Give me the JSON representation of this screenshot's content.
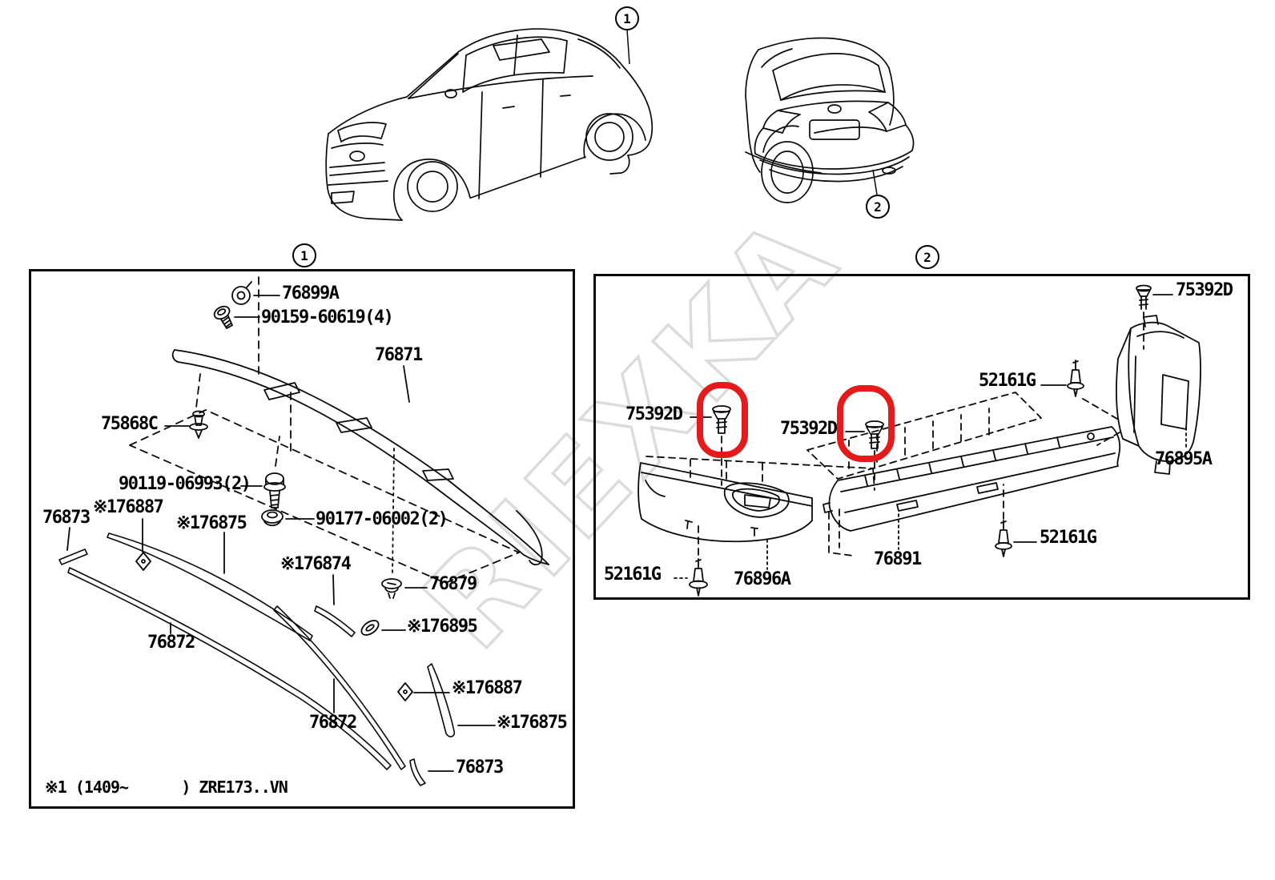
{
  "watermark": "RIEXKA",
  "callouts": {
    "car_front": "1",
    "car_rear": "2",
    "panel_spoiler": "1",
    "panel_bumper": "2"
  },
  "panels": {
    "spoiler": {
      "parts": {
        "p76899A": "76899A",
        "p90159": "90159-60619(4)",
        "p76871": "76871",
        "p75868C": "75868C",
        "p90119": "90119-06993(2)",
        "p90177": "90177-06002(2)",
        "p76873_a": "76873",
        "p176887_a": "※176887",
        "p176875_a": "※176875",
        "p176874": "※176874",
        "p76879": "76879",
        "p176895": "※176895",
        "p76872_a": "76872",
        "p76872_b": "76872",
        "p176887_b": "※176887",
        "p176875_b": "※176875",
        "p76873_b": "76873"
      },
      "footnote": "※1 (1409~      ) ZRE173..VN"
    },
    "bumper": {
      "parts": {
        "p75392D_top": "75392D",
        "p52161G_top": "52161G",
        "p75392D_left": "75392D",
        "p75392D_mid": "75392D",
        "p76895A": "76895A",
        "p76891": "76891",
        "p76896A": "76896A",
        "p52161G_left": "52161G",
        "p52161G_right": "52161G"
      }
    }
  },
  "colors": {
    "line": "#000000",
    "highlight_red": "#e41b1b",
    "watermark_gray": "#dcdcdc"
  }
}
